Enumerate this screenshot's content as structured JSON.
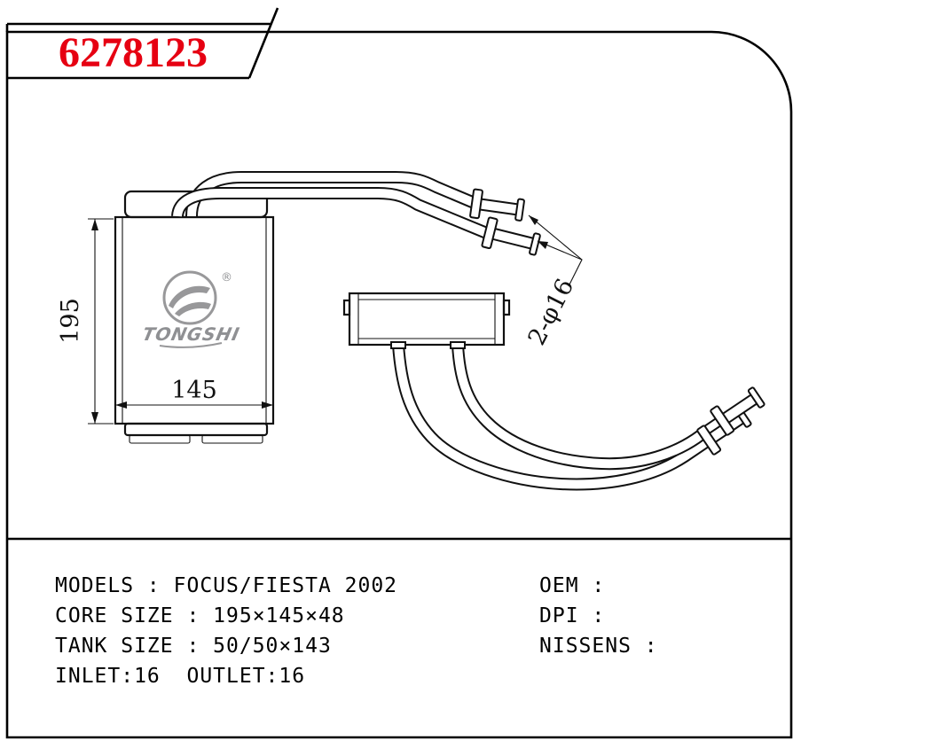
{
  "title_block": {
    "part_number": "6278123"
  },
  "drawing": {
    "dim_height": "195",
    "dim_width": "145",
    "pipe_label": "2-φ16",
    "logo": {
      "brand": "TONGSHI",
      "registered": "®"
    }
  },
  "specs": {
    "left": [
      "MODELS : FOCUS/FIESTA 2002",
      "CORE SIZE : 195×145×48",
      "TANK SIZE : 50/50×143",
      "INLET:16  OUTLET:16"
    ],
    "right": [
      "OEM :",
      "DPI :",
      "NISSENS :"
    ]
  },
  "colors": {
    "part_number_red": "#e60012",
    "logo_gray": "#98989a",
    "line_black": "#111111"
  }
}
